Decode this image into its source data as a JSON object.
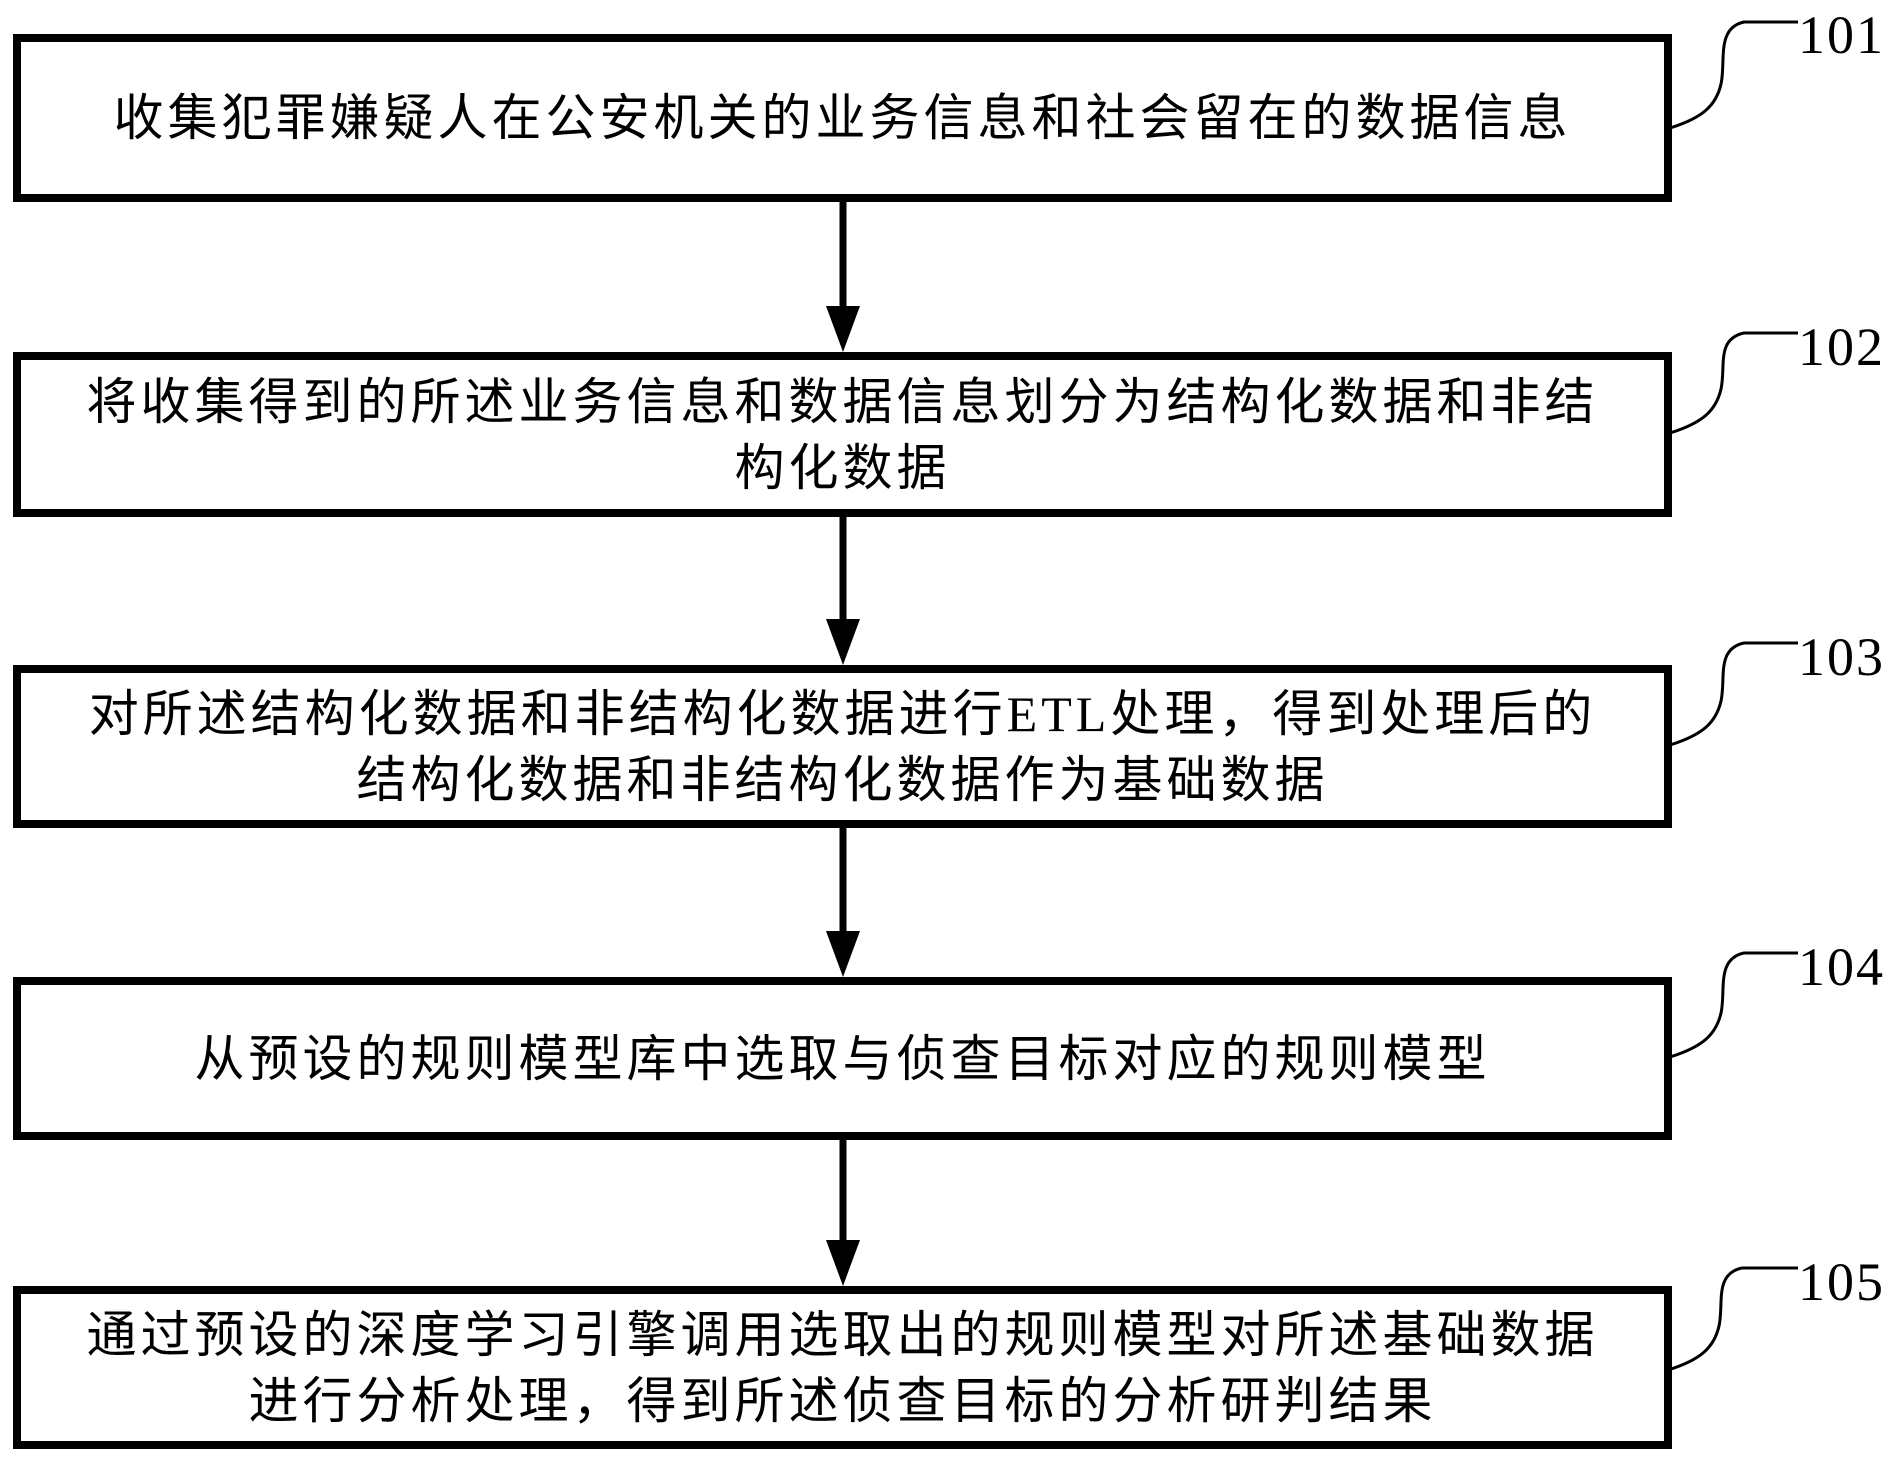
{
  "figure": {
    "type": "flowchart",
    "background_color": "#ffffff",
    "line_color": "#000000",
    "steps": [
      {
        "ref": "101",
        "text": "收集犯罪嫌疑人在公安机关的业务信息和社会留在的数据信息"
      },
      {
        "ref": "102",
        "text": "将收集得到的所述业务信息和数据信息划分为结构化数据和非结\n构化数据"
      },
      {
        "ref": "103",
        "text": "对所述结构化数据和非结构化数据进行ETL处理，得到处理后的\n结构化数据和非结构化数据作为基础数据"
      },
      {
        "ref": "104",
        "text": "从预设的规则模型库中选取与侦查目标对应的规则模型"
      },
      {
        "ref": "105",
        "text": "通过预设的深度学习引擎调用选取出的规则模型对所述基础数据\n进行分析处理，得到所述侦查目标的分析研判结果"
      }
    ]
  }
}
